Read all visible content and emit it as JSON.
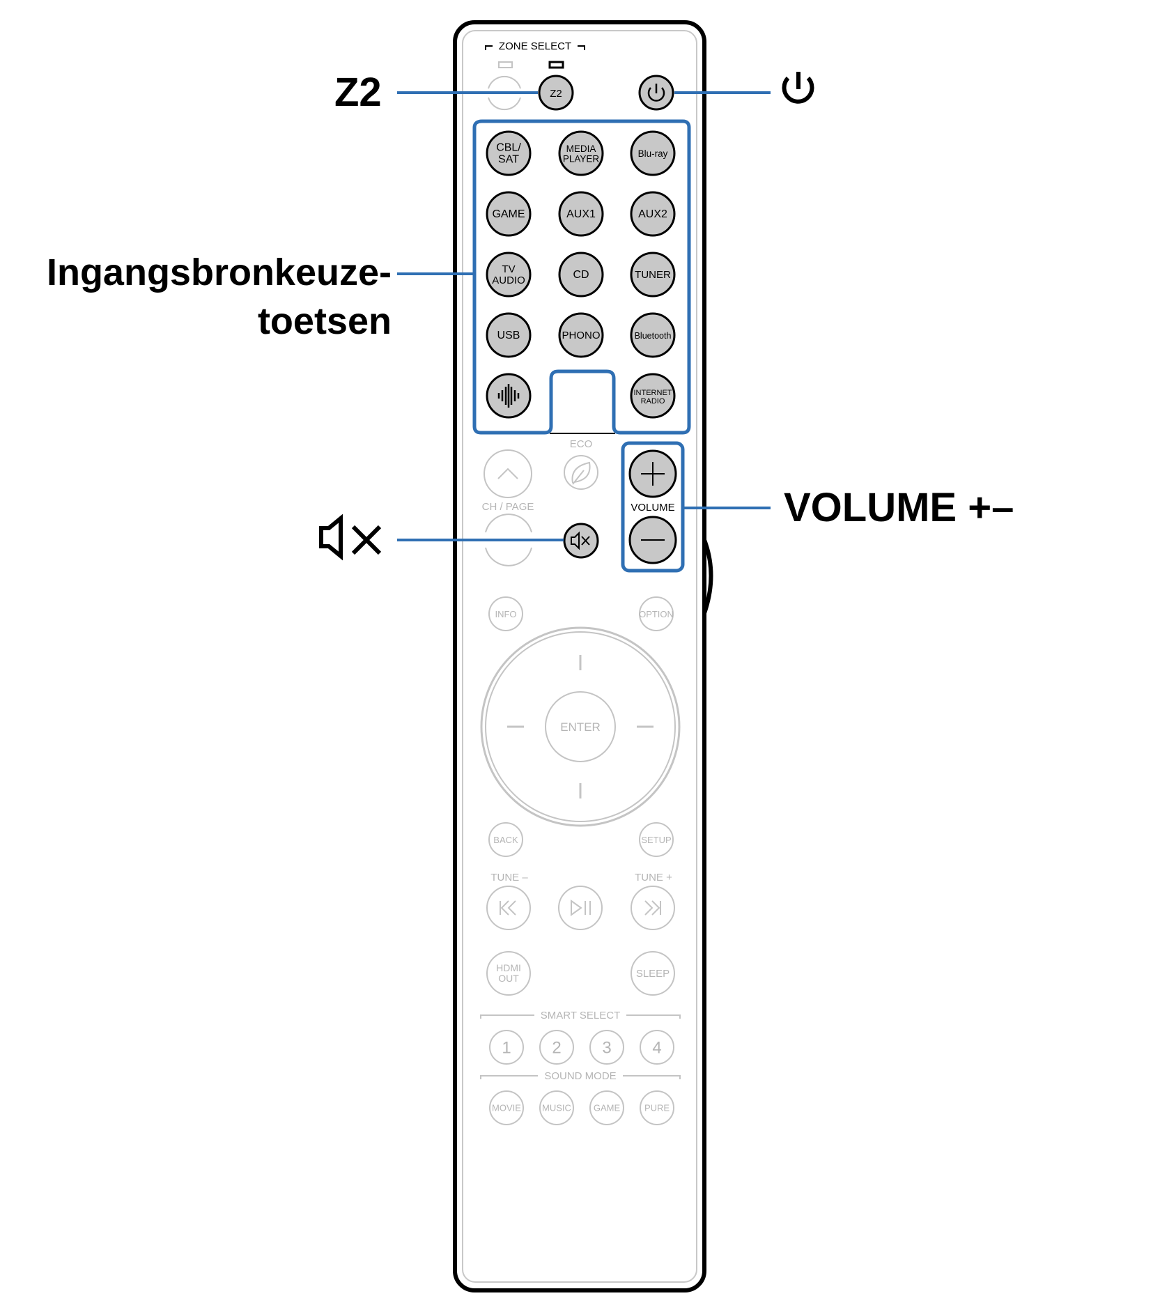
{
  "callouts": {
    "z2": "Z2",
    "input_line1": "Ingangsbronkeuze-",
    "input_line2": "toetsen",
    "volume": "VOLUME +–"
  },
  "remote": {
    "zone_select": "ZONE SELECT",
    "z2": "Z2",
    "inputs": [
      [
        "CBL/",
        "SAT"
      ],
      [
        "MEDIA",
        "PLAYER"
      ],
      [
        "Blu-ray"
      ],
      [
        "GAME"
      ],
      [
        "AUX1"
      ],
      [
        "AUX2"
      ],
      [
        "TV",
        "AUDIO"
      ],
      [
        "CD"
      ],
      [
        "TUNER"
      ],
      [
        "USB"
      ],
      [
        "PHONO"
      ],
      [
        "Bluetooth"
      ],
      [
        ""
      ],
      [
        "INTERNET",
        "RADIO"
      ]
    ],
    "eco": "ECO",
    "ch_page": "CH / PAGE",
    "volume": "VOLUME",
    "info": "INFO",
    "option": "OPTION",
    "enter": "ENTER",
    "back": "BACK",
    "setup": "SETUP",
    "tune_minus": "TUNE –",
    "tune_plus": "TUNE +",
    "hdmi_out": [
      "HDMI",
      "OUT"
    ],
    "sleep": "SLEEP",
    "smart_select": "SMART SELECT",
    "smart_buttons": [
      "1",
      "2",
      "3",
      "4"
    ],
    "sound_mode": "SOUND MODE",
    "sound_buttons": [
      "MOVIE",
      "MUSIC",
      "GAME",
      "PURE"
    ]
  },
  "colors": {
    "highlight_blue": "#2f6fb3",
    "active_button": "#c8c8c8",
    "inactive_stroke": "#c4c4c4",
    "inactive_text": "#b5b5b5"
  }
}
